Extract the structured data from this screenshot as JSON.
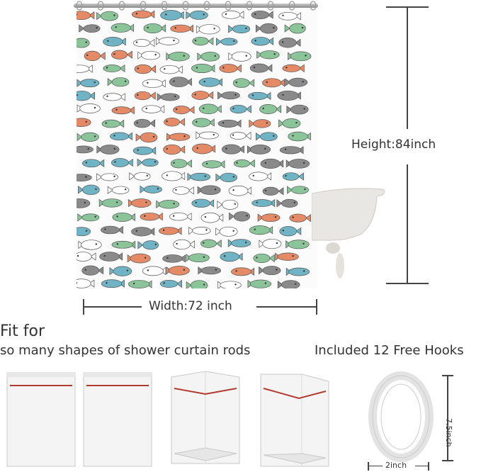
{
  "dimensions": {
    "height_label": "Height:84inch",
    "width_label": "Width:72 inch"
  },
  "fit": {
    "title": "Fit for",
    "subtitle": "so many shapes of shower curtain rods"
  },
  "hooks": {
    "title": "Included 12 Free Hooks",
    "height_label": "7.5inch",
    "width_label": "2inch"
  },
  "colors": {
    "fish_teal": "#6fb3c4",
    "fish_orange": "#e48a66",
    "fish_green": "#8cc49a",
    "fish_gray": "#8a8a8a",
    "rod_red": "#b23a2e"
  }
}
